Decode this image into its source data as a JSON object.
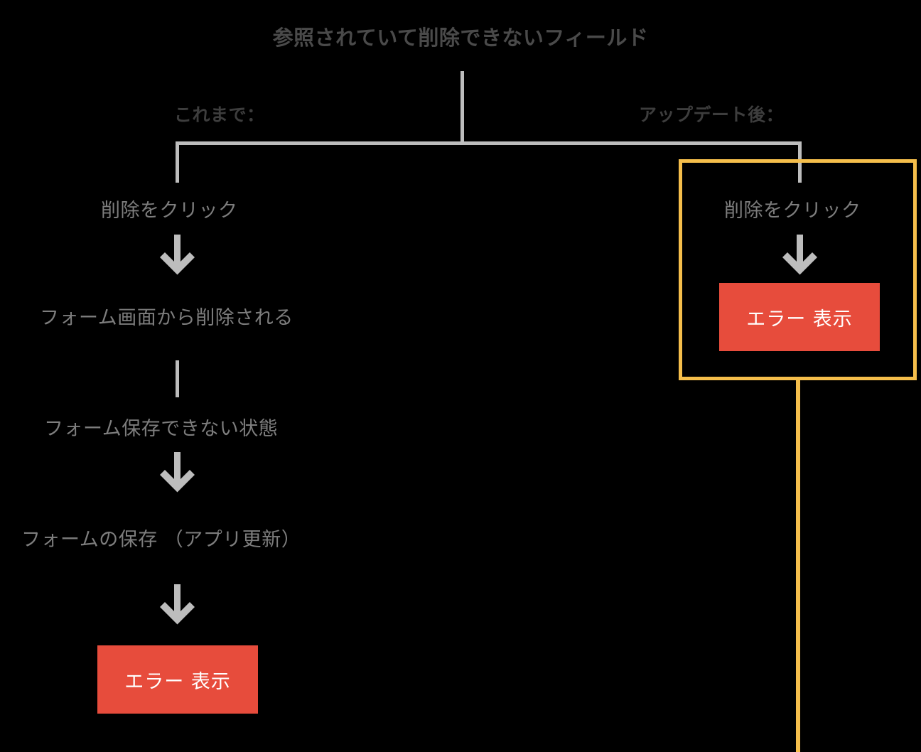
{
  "diagram": {
    "title": "参照されていて削除できないフィールド",
    "background_color": "#000000",
    "accent_color": "#f5be4b",
    "error_color": "#e74c3c",
    "line_color": "#bdbdbd",
    "branches": {
      "before": {
        "heading": "これまで：",
        "steps": [
          "削除をクリック",
          "フォーム画面から削除される",
          "フォーム保存できない状態",
          "フォームの保存 （アプリ更新）"
        ],
        "result": "エラー 表示"
      },
      "after": {
        "heading": "アップデート後：",
        "steps": [
          "削除をクリック"
        ],
        "result": "エラー 表示"
      }
    },
    "icons": {
      "arrow_down": "arrow-down-icon"
    }
  }
}
